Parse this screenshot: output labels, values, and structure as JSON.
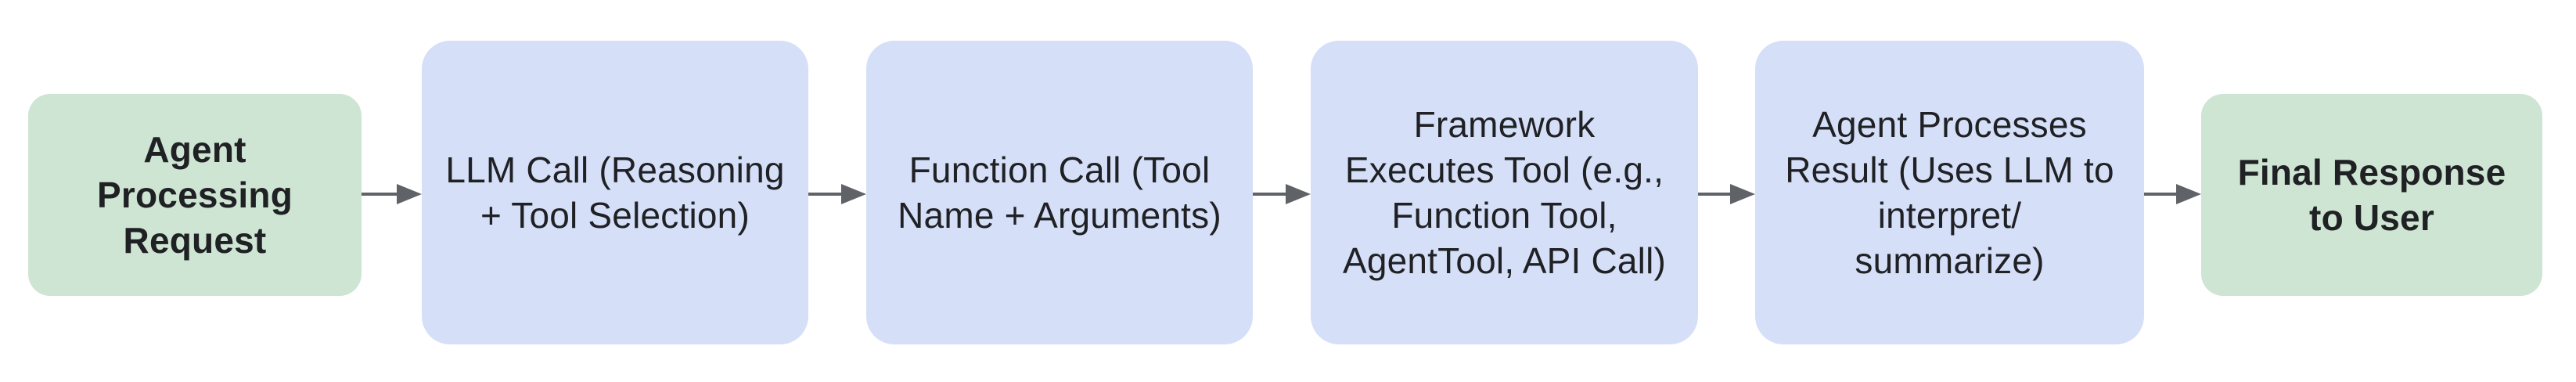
{
  "diagram": {
    "type": "flowchart",
    "direction": "left-to-right",
    "colors": {
      "canvas_bg": "#ffffff",
      "terminal_node_bg": "#cee5d3",
      "process_node_bg": "#d5dff8",
      "arrow": "#5f6368",
      "text": "#202124"
    },
    "nodes": [
      {
        "id": "agent-processing-request",
        "kind": "terminal",
        "label": "Agent\nProcessing\nRequest"
      },
      {
        "id": "llm-call",
        "kind": "process",
        "label": "LLM Call (Reasoning\n+ Tool Selection)"
      },
      {
        "id": "function-call",
        "kind": "process",
        "label": "Function Call (Tool\nName + Arguments)"
      },
      {
        "id": "framework-executes-tool",
        "kind": "process",
        "label": "Framework\nExecutes Tool (e.g.,\nFunction Tool,\nAgentTool, API Call)"
      },
      {
        "id": "agent-processes-result",
        "kind": "process",
        "label": "Agent Processes\nResult (Uses LLM to\ninterpret/\nsummarize)"
      },
      {
        "id": "final-response-to-user",
        "kind": "terminal",
        "label": "Final Response\nto User"
      }
    ],
    "edges": [
      {
        "from": "agent-processing-request",
        "to": "llm-call"
      },
      {
        "from": "llm-call",
        "to": "function-call"
      },
      {
        "from": "function-call",
        "to": "framework-executes-tool"
      },
      {
        "from": "framework-executes-tool",
        "to": "agent-processes-result"
      },
      {
        "from": "agent-processes-result",
        "to": "final-response-to-user"
      }
    ]
  }
}
